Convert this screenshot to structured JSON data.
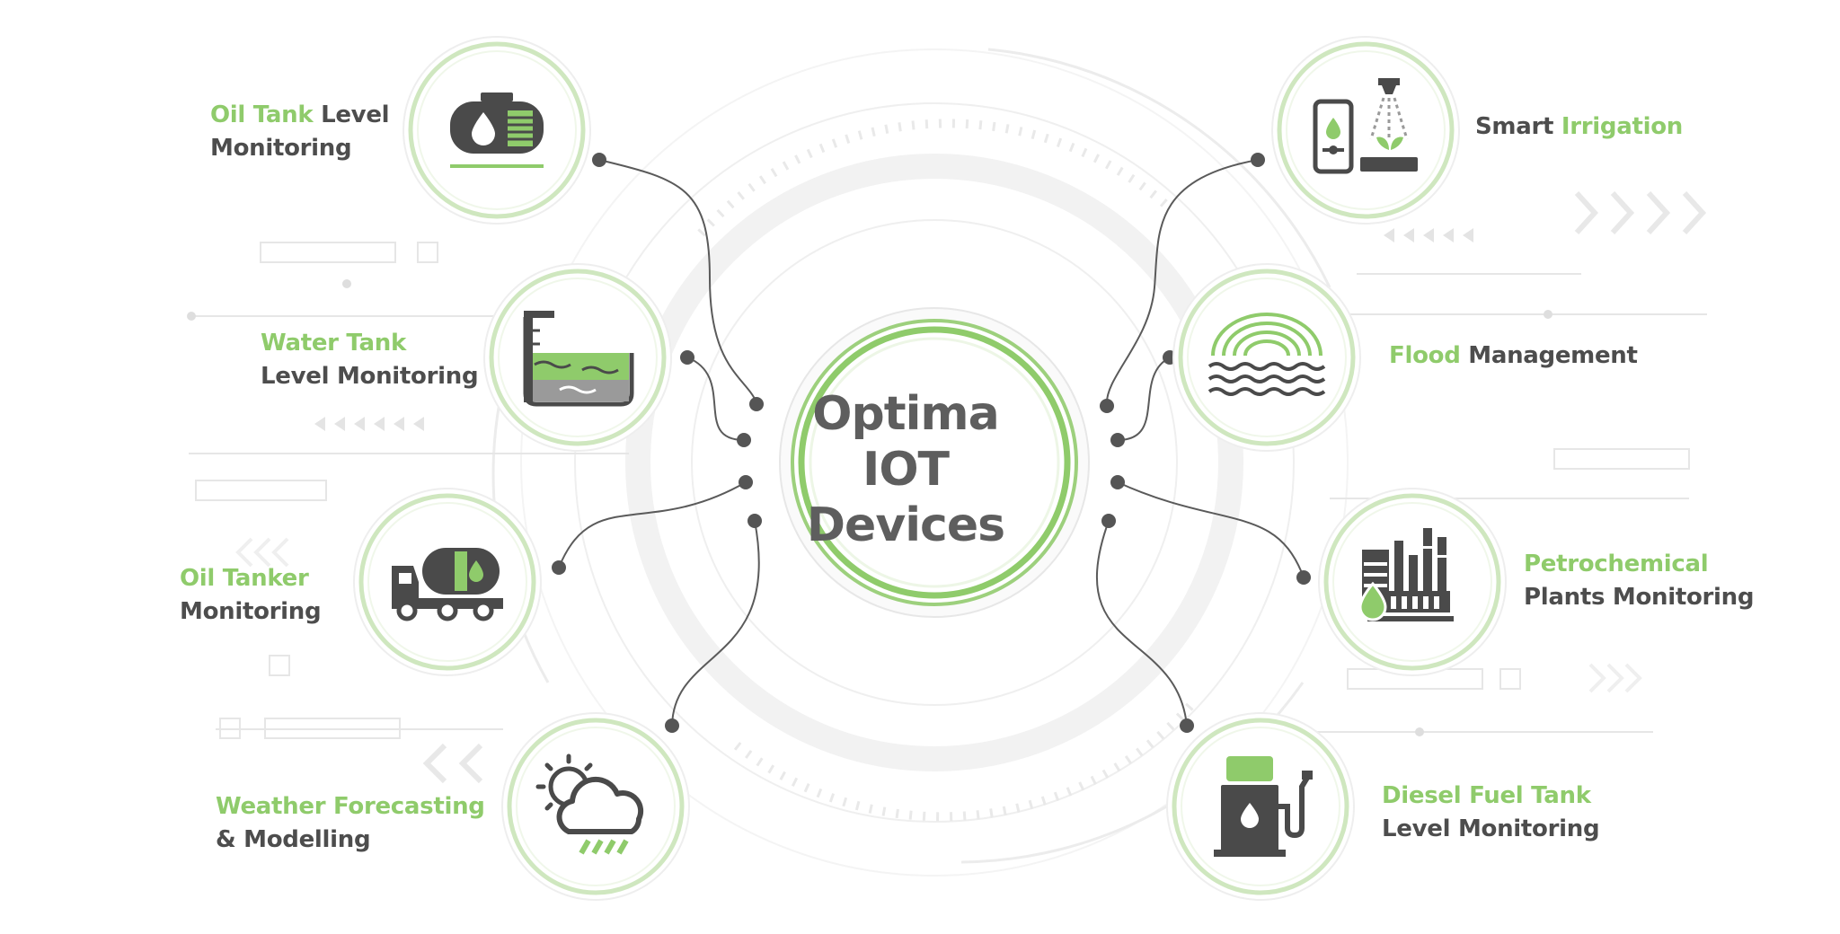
{
  "hub": {
    "line1": "Optima",
    "line2": "IOT",
    "line3": "Devices"
  },
  "nodes": [
    {
      "id": "oil-tank",
      "icon": "oil-tank-icon",
      "l1a": "Oil Tank",
      "l1b": " Level",
      "l2": "Monitoring",
      "l2b": ""
    },
    {
      "id": "water-tank",
      "icon": "water-tank-icon",
      "l1a": "Water Tank",
      "l1b": "",
      "l2": "Level Monitoring",
      "l2b": ""
    },
    {
      "id": "oil-tanker",
      "icon": "tanker-truck-icon",
      "l1a": "Oil Tanker",
      "l1b": "",
      "l2": "Monitoring",
      "l2b": ""
    },
    {
      "id": "weather",
      "icon": "weather-cloud-icon",
      "l1a": "Weather Forecasting",
      "l1b": "",
      "l2": "& Modelling",
      "l2b": ""
    },
    {
      "id": "smart-irrigation",
      "icon": "irrigation-icon",
      "l1a": "Smart",
      "l1b": " Irrigation",
      "l2": "",
      "l2b": ""
    },
    {
      "id": "flood",
      "icon": "flood-wave-icon",
      "l1a": "Flood",
      "l1b": " Management",
      "l2": "",
      "l2b": ""
    },
    {
      "id": "petrochemical",
      "icon": "petrochemical-plant-icon",
      "l1a": "Petrochemical",
      "l1b": "",
      "l2": "Plants Monitoring",
      "l2b": ""
    },
    {
      "id": "diesel",
      "icon": "fuel-pump-icon",
      "l1a": "Diesel Fuel Tank",
      "l1b": "",
      "l2": "Level Monitoring",
      "l2b": ""
    }
  ],
  "colors": {
    "accent": "#8fcb6b",
    "text": "#4d4d4d",
    "icon": "#4a4a4a",
    "hub_text": "#5e5e5e",
    "connector": "#555555"
  }
}
